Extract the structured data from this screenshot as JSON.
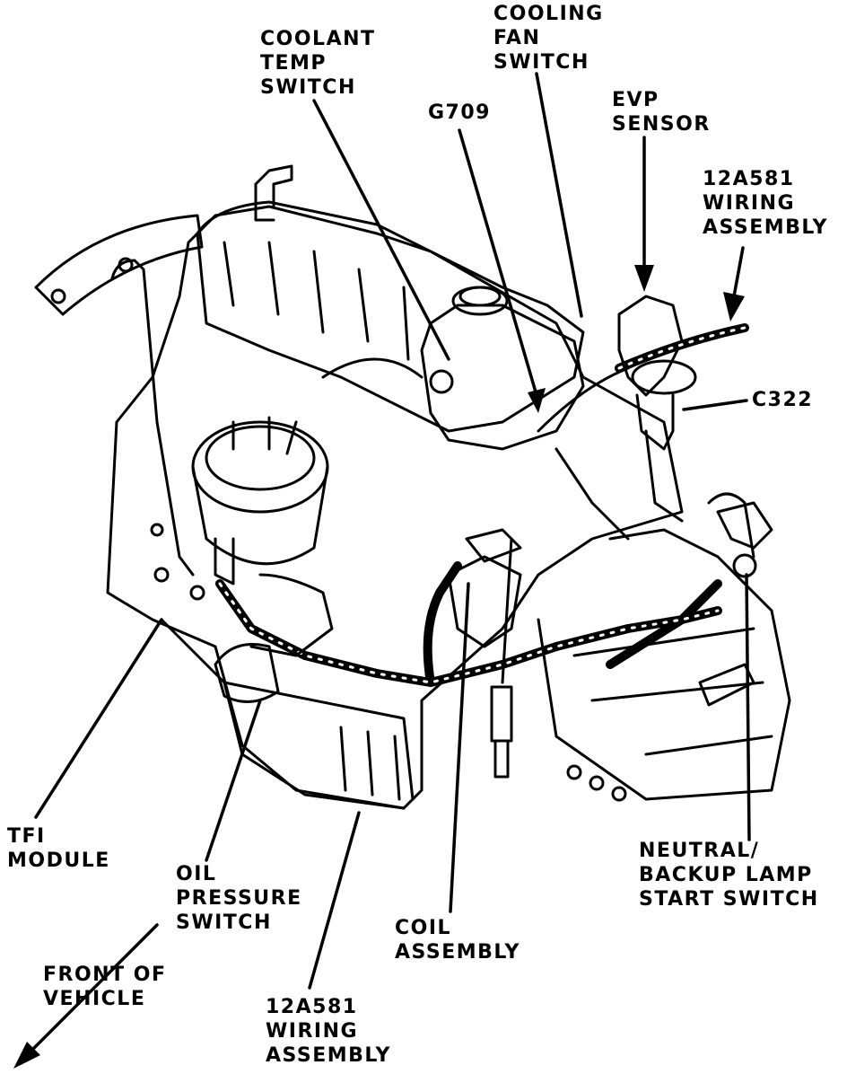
{
  "labels": {
    "coolant_temp_switch": [
      "COOLANT",
      "TEMP",
      "SWITCH"
    ],
    "cooling_fan_switch": [
      "COOLING",
      "FAN",
      "SWITCH"
    ],
    "g709": [
      "G709"
    ],
    "evp_sensor": [
      "EVP",
      "SENSOR"
    ],
    "wiring_assembly_top": [
      "12A581",
      "WIRING",
      "ASSEMBLY"
    ],
    "c322": [
      "C322"
    ],
    "tfi_module": [
      "TFI",
      "MODULE"
    ],
    "oil_pressure_switch": [
      "OIL",
      "PRESSURE",
      "SWITCH"
    ],
    "front_of_vehicle": [
      "FRONT OF",
      "VEHICLE"
    ],
    "wiring_assembly_bottom": [
      "12A581",
      "WIRING",
      "ASSEMBLY"
    ],
    "coil_assembly": [
      "COIL",
      "ASSEMBLY"
    ],
    "neutral_backup_switch": [
      "NEUTRAL/",
      "BACKUP LAMP",
      "START SWITCH"
    ]
  },
  "colors": {
    "ink": "#000000",
    "paper": "#ffffff"
  }
}
